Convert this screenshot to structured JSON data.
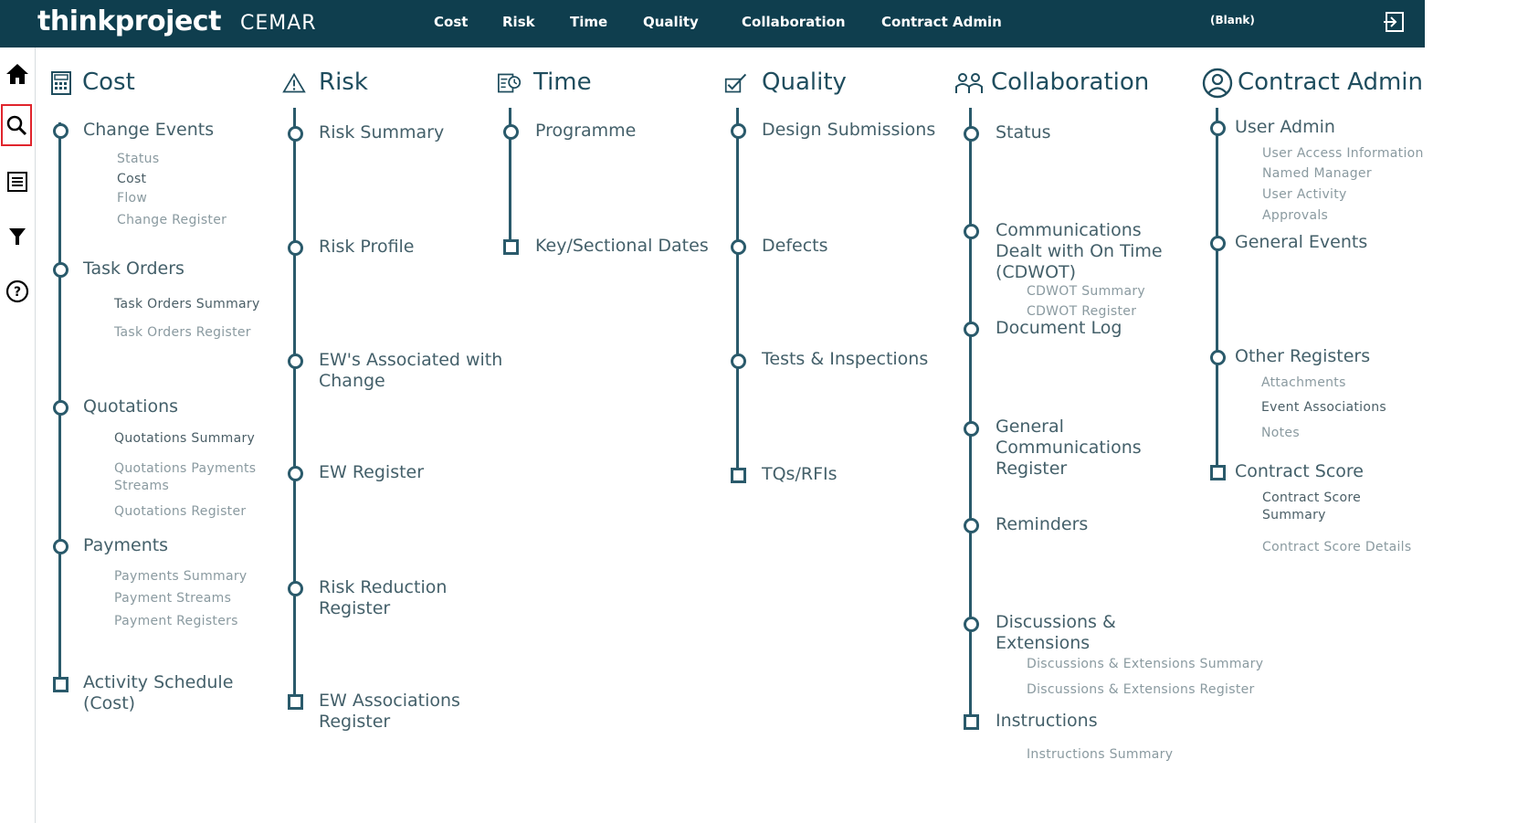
{
  "brand": {
    "name": "thinkproject",
    "product": "CEMAR"
  },
  "nav": [
    "Cost",
    "Risk",
    "Time",
    "Quality",
    "Collaboration",
    "Contract Admin"
  ],
  "header": {
    "user_filter": "(Blank)"
  },
  "rail": {
    "home": "home-icon",
    "search": "search-icon",
    "list": "list-icon",
    "filter": "filter-icon",
    "help": "help-icon"
  },
  "columns": {
    "cost": {
      "title": "Cost",
      "change_events": {
        "label": "Change Events",
        "subs": [
          "Status",
          "Cost",
          "Flow",
          "Change Register"
        ]
      },
      "task_orders": {
        "label": "Task Orders",
        "subs": [
          "Task Orders Summary",
          "Task Orders Register"
        ]
      },
      "quotations": {
        "label": "Quotations",
        "subs": [
          "Quotations Summary",
          "Quotations Payments",
          "Streams",
          "Quotations Register"
        ]
      },
      "payments": {
        "label": "Payments",
        "subs": [
          "Payments Summary",
          "Payment Streams",
          "Payment Registers"
        ]
      },
      "activity_schedule": {
        "label1": "Activity Schedule",
        "label2": "(Cost)"
      }
    },
    "risk": {
      "title": "Risk",
      "items": [
        "Risk Summary",
        "Risk Profile",
        "EW's Associated with",
        "Change",
        "EW Register",
        "Risk Reduction",
        "Register",
        "EW Associations",
        "Register"
      ]
    },
    "time": {
      "title": "Time",
      "items": [
        "Programme",
        "Key/Sectional Dates"
      ]
    },
    "quality": {
      "title": "Quality",
      "items": [
        "Design Submissions",
        "Defects",
        "Tests & Inspections",
        "TQs/RFIs"
      ]
    },
    "collaboration": {
      "title": "Collaboration",
      "status": "Status",
      "cdwot": {
        "l1": "Communications",
        "l2": "Dealt with On Time",
        "l3": "(CDWOT)",
        "subs": [
          "CDWOT Summary",
          "CDWOT Register"
        ]
      },
      "document_log": "Document Log",
      "gcr": {
        "l1": "General",
        "l2": "Communications",
        "l3": "Register"
      },
      "reminders": "Reminders",
      "discussions": {
        "l1": "Discussions &",
        "l2": "Extensions",
        "subs": [
          "Discussions & Extensions Summary",
          "Discussions & Extensions Register"
        ]
      },
      "instructions": {
        "label": "Instructions",
        "subs": [
          "Instructions Summary"
        ]
      }
    },
    "contract_admin": {
      "title": "Contract Admin",
      "user_admin": {
        "label": "User Admin",
        "subs": [
          "User Access Information",
          "Named Manager",
          "User Activity",
          "Approvals"
        ]
      },
      "general_events": "General Events",
      "other_registers": {
        "label": "Other Registers",
        "subs": [
          "Attachments",
          "Event Associations",
          "Notes"
        ]
      },
      "contract_score": {
        "label": "Contract Score",
        "subs": [
          "Contract Score",
          "Summary",
          "Contract Score Details"
        ]
      }
    }
  },
  "colors": {
    "header_bg": "#0f3e4e",
    "accent_line": "#2a5a6b",
    "active_outline": "#e0242c"
  }
}
